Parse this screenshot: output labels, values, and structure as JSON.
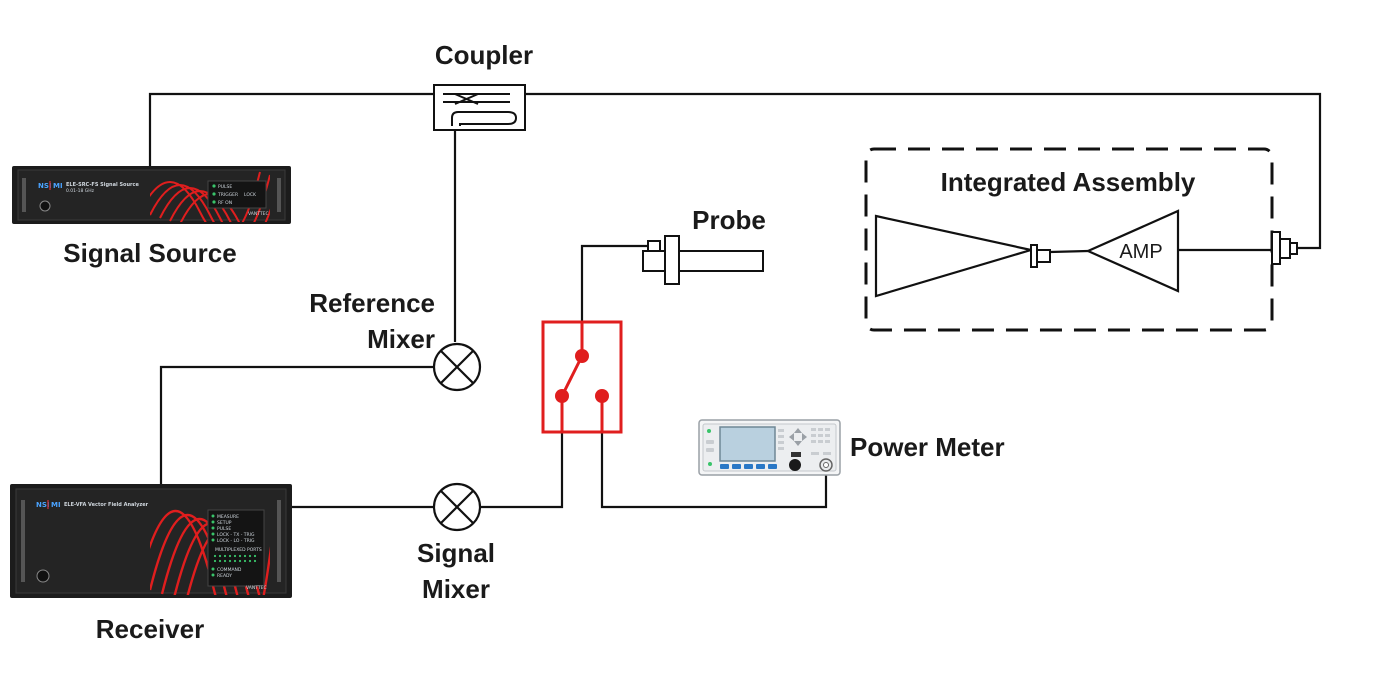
{
  "labels": {
    "coupler": "Coupler",
    "signal_source": "Signal Source",
    "reference_mixer_line1": "Reference",
    "reference_mixer_line2": "Mixer",
    "receiver": "Receiver",
    "signal_mixer_line1": "Signal",
    "signal_mixer_line2": "Mixer",
    "probe": "Probe",
    "integrated_assembly": "Integrated Assembly",
    "amp": "AMP",
    "power_meter": "Power Meter"
  },
  "signal_source_panel": {
    "logo_left": "NSI",
    "logo_right": "MI",
    "model": "ELE-SRC-FS Signal Source",
    "range": "0.01-18 GHz",
    "led_1": "PULSE",
    "led_2": "TRIGGER",
    "led_3": "RF ON",
    "lock": "LOCK",
    "brand": "VANTTEC"
  },
  "receiver_panel": {
    "logo_left": "NSI",
    "logo_right": "MI",
    "model": "ELE-VFA Vector Field Analyzer",
    "led_1": "MEASURE",
    "led_2": "SETUP",
    "led_3": "PULSE",
    "led_4": "LOCK - TX - TRIG",
    "led_5": "LOCK - LO - TRIG",
    "ports_title": "MULTIPLEXED PORTS",
    "status_1": "COMMAND",
    "status_2": "READY",
    "brand": "VANTTEC"
  },
  "colors": {
    "switch": "#e01e1e",
    "wires": "#111111",
    "instrument_body": "#1c1c1c",
    "instrument_accent": "#d2303a"
  }
}
